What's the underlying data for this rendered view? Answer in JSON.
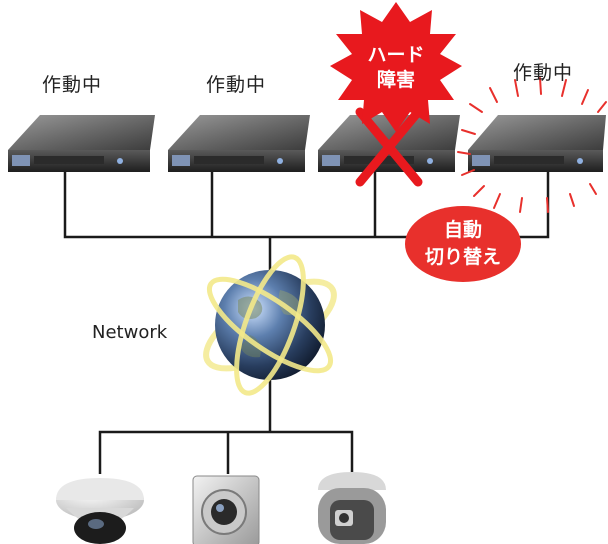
{
  "servers": [
    {
      "status": "作動中"
    },
    {
      "status": "作動中"
    },
    {
      "status": "ハード障害"
    },
    {
      "status": "作動中"
    }
  ],
  "fault_badge": {
    "line1": "ハード",
    "line2": "障害",
    "color": "#e8191e",
    "text_color": "#ffffff"
  },
  "failover_badge": {
    "line1": "自動",
    "line2": "切り替え",
    "color": "#e8302c"
  },
  "network": {
    "label": "Network"
  },
  "cameras": [
    {
      "type": "dome-camera"
    },
    {
      "type": "box-camera"
    },
    {
      "type": "ptz-camera"
    }
  ],
  "colors": {
    "line": "#1a1a1a",
    "fault_x": "#e8191e",
    "glow": "#f3e98a"
  }
}
